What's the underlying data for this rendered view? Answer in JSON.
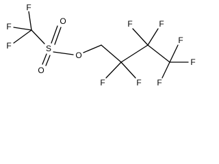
{
  "structure": {
    "atoms": {
      "F_top": "F",
      "F_left": "F",
      "F_mid_left": "F",
      "S": "S",
      "O_top": "O",
      "O_bottom": "O",
      "O_ester": "O",
      "F_c3_top_left": "F",
      "F_c3_top_right": "F",
      "F_c2_bottom_left": "F",
      "F_c2_bottom_right": "F",
      "F_c4_top": "F",
      "F_c4_right": "F",
      "F_c4_bottom": "F"
    }
  }
}
